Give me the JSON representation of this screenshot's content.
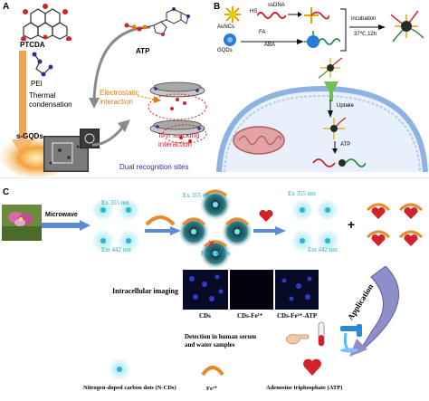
{
  "panel_a": {
    "letter": "A",
    "ptcda": "PTCDA",
    "pei": "PEI",
    "thermal": "Thermal\ncondensation",
    "sgqds": "s-GQDs",
    "atp": "ATP",
    "electrostatic": "Electrostatic\ninteraction",
    "pipi": "π-π stacking\ninteraction",
    "dual": "Dual recognition sites"
  },
  "panel_b": {
    "letter": "B",
    "aunc": "AuNCs",
    "hs": "HS",
    "ssdna": "ssDNA",
    "gqds": "GQDs",
    "fa": "FA",
    "aba": "ABA",
    "incubation": "incubation",
    "cond": "37℃,12h",
    "uptake": "Uptake",
    "atp": "ATP"
  },
  "panel_c": {
    "letter": "C",
    "microwave": "Microwave",
    "ex1": "Ex 355 nm",
    "em1": "Em 442 nm",
    "ex2": "Ex 355 nm",
    "em2": "Em 442 nm",
    "ex3": "Ex 355 nm",
    "em3": "Em 442 nm",
    "intracellular": "Intracellular imaging",
    "cds": "CDs",
    "cdsfe": "CDs-Fe³⁺",
    "cdsfeatp": "CDs-Fe³⁺-ATP",
    "application": "Application",
    "detection": "Detection in human serum\nand water samples",
    "legend_cds": "Nitrogen-doped carbon dots (N-CDs)",
    "legend_fe": "Fe³⁺",
    "legend_atp": "Adenosine triphosphate (ATP)"
  }
}
